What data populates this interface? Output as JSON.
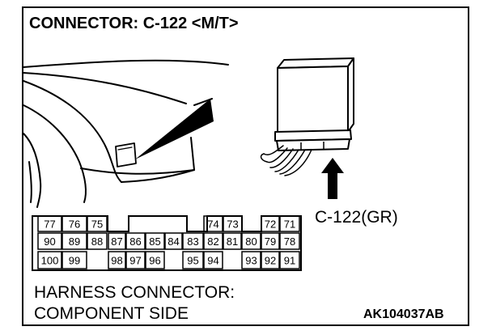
{
  "title": "CONNECTOR: C-122 <M/T>",
  "connector_label": "C-122(GR)",
  "caption": {
    "line1": "HARNESS CONNECTOR:",
    "line2": "COMPONENT SIDE"
  },
  "figure_id": "AK104037AB",
  "pins": {
    "row1": [
      "77",
      "76",
      "75",
      "74",
      "73",
      "72",
      "71"
    ],
    "row2": [
      "90",
      "89",
      "88",
      "87",
      "86",
      "85",
      "84",
      "83",
      "82",
      "81",
      "80",
      "79",
      "78"
    ],
    "row3": [
      "100",
      "99",
      "98",
      "97",
      "96",
      "95",
      "94",
      "93",
      "92",
      "91"
    ]
  }
}
